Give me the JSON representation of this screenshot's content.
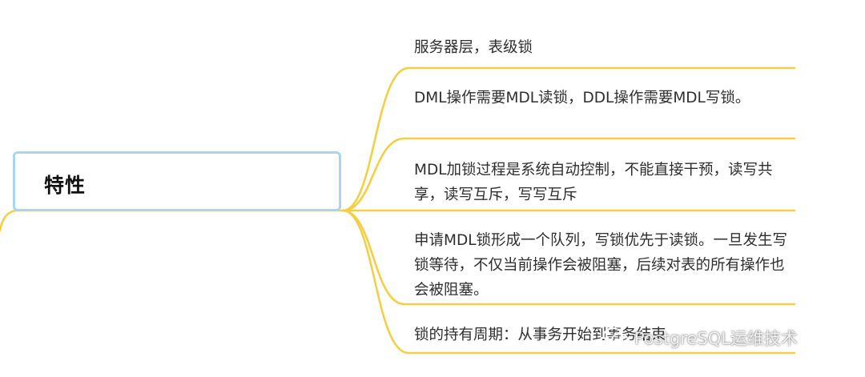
{
  "mindmap": {
    "central_topic": "特性",
    "branches": [
      {
        "text": "服务器层，表级锁"
      },
      {
        "text": "DML操作需要MDL读锁，DDL操作需要MDL写锁。"
      },
      {
        "text": "MDL加锁过程是系统自动控制，不能直接干预，读写共享，读写互斥，写写互斥"
      },
      {
        "text": "申请MDL锁形成一个队列，写锁优先于读锁。一旦发生写锁等待，不仅当前操作会被阻塞，后续对表的所有操作也会被阻塞。"
      },
      {
        "text": "锁的持有周期：从事务开始到事务结束"
      }
    ]
  },
  "watermark": {
    "icon": "wechat-icon",
    "text": "PostgreSQL运维技术"
  },
  "colors": {
    "connector": "#f2cf45",
    "central_border": "#a9d6ef",
    "text": "#2e2e2e",
    "central_text": "#111111"
  }
}
